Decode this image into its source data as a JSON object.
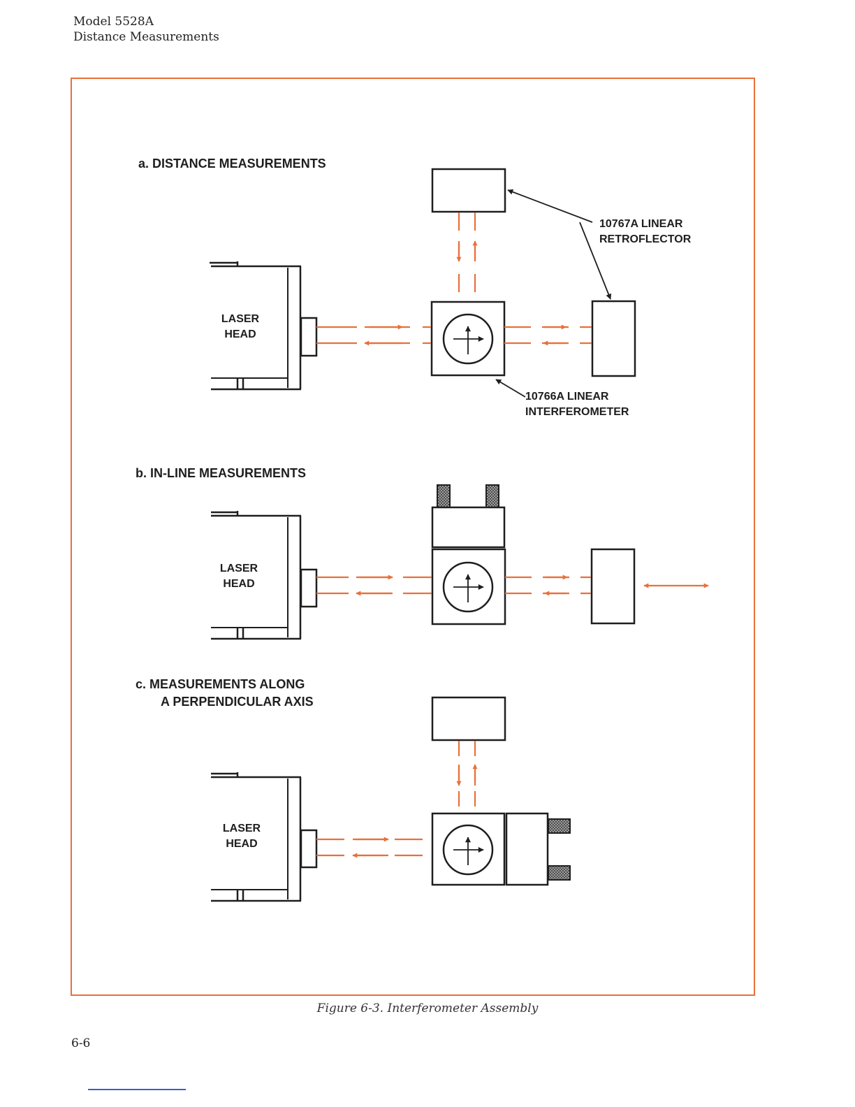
{
  "header": {
    "line1": "Model 5528A",
    "line2": "Distance Measurements"
  },
  "panels": {
    "a": {
      "title": "a.  DISTANCE MEASUREMENTS",
      "laser_line1": "LASER",
      "laser_line2": "HEAD"
    },
    "b": {
      "title": "b.  IN-LINE MEASUREMENTS",
      "laser_line1": "LASER",
      "laser_line2": "HEAD"
    },
    "c": {
      "title_line1": "c.  MEASUREMENTS ALONG",
      "title_line2": "A PERPENDICULAR AXIS",
      "laser_line1": "LASER",
      "laser_line2": "HEAD"
    }
  },
  "callouts": {
    "retroflector_line1": "10767A LINEAR",
    "retroflector_line2": "RETROFLECTOR",
    "interferometer_line1": "10766A LINEAR",
    "interferometer_line2": "INTERFEROMETER"
  },
  "caption": "Figure 6-3. Interferometer Assembly",
  "page_number": "6-6",
  "colors": {
    "beam": "#e8703a",
    "frame": "#e8703a",
    "ink": "#1e1e1e"
  }
}
